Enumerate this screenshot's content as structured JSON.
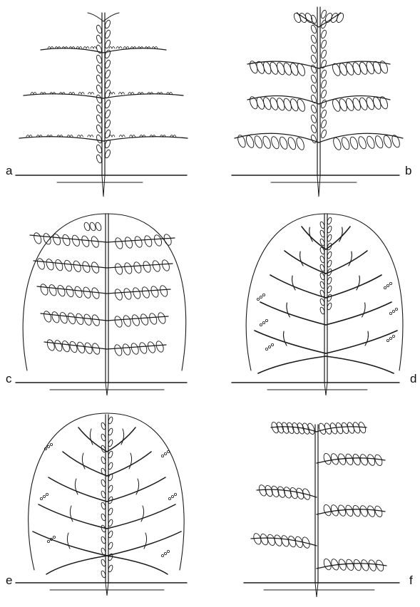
{
  "panels": [
    {
      "label": "a"
    },
    {
      "label": "b"
    },
    {
      "label": "c"
    },
    {
      "label": "d"
    },
    {
      "label": "e"
    },
    {
      "label": "f"
    }
  ],
  "colors": {
    "ink": "#1a1a1a",
    "background": "#ffffff"
  }
}
